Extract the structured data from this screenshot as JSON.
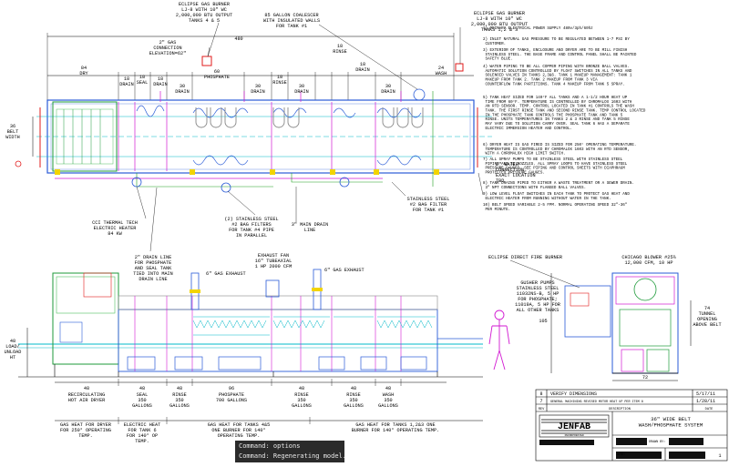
{
  "dimensions": {
    "belt_width": "36\nBELT\nWIDTH",
    "overall": "480",
    "dry": "84\nDRY",
    "drain18a": "18\nDRAIN",
    "seal18": "18\nSEAL",
    "drain18b": "18\nDRAIN",
    "drain30a": "30\nDRAIN",
    "phosphate60": "60\nPHOSPHATE",
    "drain30b": "30\nDRAIN",
    "rinse18a": "18\nRINSE",
    "drain30c": "30\nDRAIN",
    "rinse18b": "18\nRINSE",
    "drain18c": "18\nDRAIN",
    "wash24": "24\nWASH",
    "drain30d": "30\nDRAIN",
    "load_unload": "48\nLOAD/\nUNLOAD\nHT",
    "tunnel": "74\nTUNNEL\nOPENING\nABOVE BELT",
    "width72": "72",
    "height105": "105"
  },
  "callouts": {
    "burner_left": "ECLIPSE GAS BURNER\nLJ-8 WITH 10\" WC\n2,000,000 BTU OUTPUT\nTANKS 4 & 5",
    "coalescer": "85 GALLON COALESCER\nWITH INSULATED WALLS\nFOR TANK #1",
    "burner_right": "ECLIPSE GAS BURNER\nLJ-8 WITH 10\" WC\n2,000,000 BTU OUTPUT\nTANKS 1,2 & 3",
    "gas_connection": "2\" GAS\nCONNECTION\nELEVATION=62\"",
    "water": "2\" WATER\nCONNECTION\nEXACT LOCATION\nTBD",
    "ss_filter_tank1": "STAINLESS STEEL\n#2 BAG FILTER\nFOR TANK #1",
    "main_drain": "3\" MAIN DRAIN\nLINE",
    "ss_filters_tank4": "(2) STAINLESS STEEL\n#2 BAG FILTERS\nFOR TANK #4 PIPE\nIN PARALLEL",
    "thermal_heater": "CCI THERMAL TECH\nELECTRIC HEATER\n84 KW",
    "drain_line": "2\" DRAIN LINE\nFOR PHOSPHATE\nAND SEAL TANK\nTIED INTO MAIN\nDRAIN LINE",
    "gas_exhaust_left": "6\" GAS EXHAUST",
    "exhaust_fan": "EXHAUST FAN\n16\" TUBEAXIAL\n1 HP 2000 CFM",
    "gas_exhaust_right": "6\" GAS EXHAUST",
    "eclipse_fire": "ECLIPSE DIRECT FIRE BURNER",
    "pumps": "GUSHER PUMPS\nSTAINLESS STEEL\n11032NS-B, 5 HP\nFOR PHOSPHATE;\n11019A, 5 HP FOR\nALL OTHER TANKS",
    "blower": "CHICAGO BLOWER #25¼\n12,000 CFM, 10 HP"
  },
  "stations": [
    {
      "dim": "48",
      "label": "RECIRCULATING\nHOT AIR DRYER"
    },
    {
      "dim": "48",
      "label": "SEAL\n350\nGALLONS"
    },
    {
      "dim": "48",
      "label": "RINSE\n350\nGALLONS"
    },
    {
      "dim": "96",
      "label": "PHOSPHATE\n700 GALLONS"
    },
    {
      "dim": "48",
      "label": "RINSE\n350\nGALLONS"
    },
    {
      "dim": "48",
      "label": "RINSE\n350\nGALLONS"
    },
    {
      "dim": "48",
      "label": "WASH\n350\nGALLONS"
    }
  ],
  "heat_notes": [
    "GAS HEAT FOR DRYER\nFOR 250° OPERATING\nTEMP.",
    "ELECTRIC HEAT\nFOR TANK 6\nFOR 140° OP\nTEMP.",
    "GAS HEAT FOR TANKS 4&5\nONE BURNER FOR 140°\nOPERATING TEMP.",
    "GAS HEAT FOR TANKS 1,2&3 ONE\nBURNER FOR 140° OPERATING TEMP."
  ],
  "notes": [
    "1) PRIMARY ELECTRICAL POWER SUPPLY 480v/3ph/60hz",
    "2) INLET NATURAL GAS PRESSURE TO BE REGULATED BETWEEN 1-7 PSI BY\n   CUSTOMER.",
    "3) EXTERIOR OF TANKS, ENCLOSURE AND DRYER ARE TO BE MILL FINISH\n   STAINLESS STEEL. THE BASE FRAME AND CONTROL PANEL SHALL BE PAINTED\n   SAFETY BLUE.",
    "4) WATER PIPING TO BE ALL COPPER PIPING WITH BRONZE BALL VALVES.\n   AUTOMATIC SOLUTION CONTROLLED BY FLOAT SWITCHES IN ALL TANKS AND\n   SOLENOID VALVES IN TANKS 2,3&6. TANK 1 MAKEUP MANAGEMENT: TANK 1\n   MAKEUP FROM TANK 2. TANK 2 MAKEUP FROM TANK 3 VIA\n   COUNTERFLOW TANK PARTITIONS. TANK 4 MAKEUP FROM TANK 5 SPRAY.",
    "5) TANK HEAT SIZED FOR 140°F ALL TANKS AND A 1-1/2 HOUR HEAT UP\n   TIME FROM 60°F. TEMPERATURE IS CONTROLLED BY CHROMALOX 1603 WITH\n   AN RTD SENSOR. TEMP. CONTROL LOCATED IN TANK #1 CONTROLS THE WASH\n   TANK. THE FIRST RINSE TANK AND SECOND RINSE TANK. TEMP CONTROL LOCATED\n   IN THE PHOSPHATE TANK CONTROLS THE PHOSPHATE TANK AND TANK 5\n   RINSE. UNITS TEMPERATURES IN TANKS 2 & 3 RINSE AND TANK 5 RINSE\n   MAY VARY DUE TO SOLUTION CARRY OVER. SEAL TANK 6 HAS A SEPARATE\n   ELECTRIC IMMERSION HEATER AND CONTROL.",
    "6) DRYER HEAT IS GAS FIRED IS SIZED FOR 250° OPERATING TEMPERATURE.\n   TEMPERATURE IS CONTROLLED BY CHROMALOX 1603 WITH AN RTD SENSOR,\n   WITH A CHROMALOX HIGH LIMIT SWITCH.",
    "7) ALL SPRAY PUMPS TO BE STAINLESS STEEL WITH STAINLESS STEEL\n   PIPING AND SS NOZZLES. ALL SPRAY LOOPS TO HAVE STAINLESS STEEL\n   PRESSURE GAUGES. SEE PIPING AND CONTROL SHEETS WITH DIAPHRAGM\n   PROTECTED PRESSURE GAUGES.",
    "8) TANK DRAINS PIPED TO EITHER A WASTE TREATMENT OR A SEWER DRAIN.\n   3\" NPT CONNECTIONS WITH FLANGED BALL VALVES.",
    "9) LOW LEVEL FLOAT SWITCHES IN EACH TANK TO PROTECT GAS HEAT AND\n   ELECTRIC HEATER FROM RUNNING WITHOUT WATER IN THE TANK.",
    "10) BELT SPEED VARIABLE 2-5 FPM. NORMAL OPERATING SPEED 32\"-36\"\n    PER MINUTE."
  ],
  "title_block": {
    "rev_rows": [
      {
        "rev": "8",
        "desc": "VERIFY DIMENSIONS",
        "date": "5/17/11"
      },
      {
        "rev": "7",
        "desc": "GENERAL MACHINING REVISED MOTOR HEAT UP PER ITEM 8",
        "date": "1/28/11"
      },
      {
        "rev": "REV",
        "desc": "DESCRIPTION",
        "date": "DATE"
      }
    ],
    "title": "36\" WIDE BELT\nWASH/PHOSPHATE SYSTEM",
    "logo": "JENFAB",
    "logo_sub": "INCORPORATED",
    "drawn_by": "DRAWN BY:",
    "date_label": "DATE:",
    "sheet": "1"
  },
  "command": {
    "line1": "Command: options",
    "line2": "Command: Regenerating model."
  }
}
